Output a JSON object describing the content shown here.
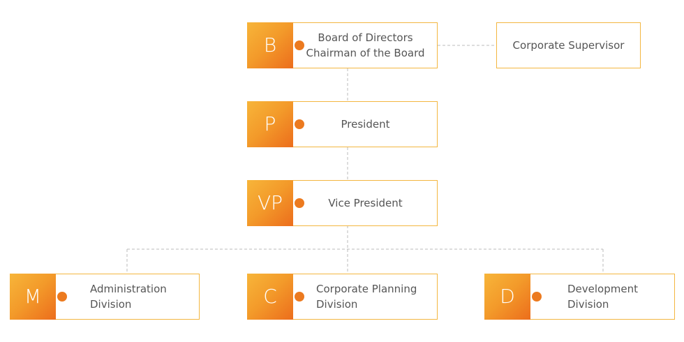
{
  "chart": {
    "colors": {
      "accent_light": "#f7b53a",
      "accent_dark": "#ec6d1c",
      "border": "#f3b640",
      "text": "#555555",
      "connector": "#bbbbbb"
    },
    "nodes": {
      "board": {
        "badge": "B",
        "lines": [
          "Board of Directors",
          "Chairman of the Board"
        ]
      },
      "supervisor": {
        "lines": [
          "Corporate Supervisor"
        ]
      },
      "president": {
        "badge": "P",
        "lines": [
          "President"
        ]
      },
      "vice_president": {
        "badge": "VP",
        "lines": [
          "Vice President"
        ]
      },
      "administration": {
        "badge": "M",
        "lines": [
          "Administration",
          "Division"
        ]
      },
      "planning": {
        "badge": "C",
        "lines": [
          "Corporate Planning",
          "Division"
        ]
      },
      "development": {
        "badge": "D",
        "lines": [
          "Development",
          "Division"
        ]
      }
    }
  }
}
